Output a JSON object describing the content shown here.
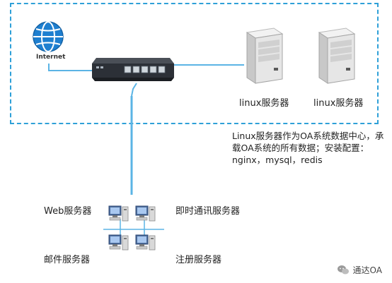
{
  "internet": {
    "label": "Internet",
    "icon": "globe-icon"
  },
  "router": {
    "icon": "router-switch-icon"
  },
  "servers": [
    {
      "label": "linux服务器",
      "icon": "server-tower-icon"
    },
    {
      "label": "linux服务器",
      "icon": "server-tower-icon"
    }
  ],
  "description": {
    "line1": "Linux服务器作为OA系统数据中心，承",
    "line2": "载OA系统的所有数据；安装配置：",
    "line3": "nginx，mysql，redis"
  },
  "service_servers": {
    "web": "Web服务器",
    "im": "即时通讯服务器",
    "mail": "邮件服务器",
    "register": "注册服务器"
  },
  "watermark": {
    "text": "通达OA",
    "icon": "wechat-icon"
  },
  "colors": {
    "dashed_border": "#2fa0d8",
    "link_line": "#5bb4e5",
    "globe": "#1e7fd0"
  }
}
